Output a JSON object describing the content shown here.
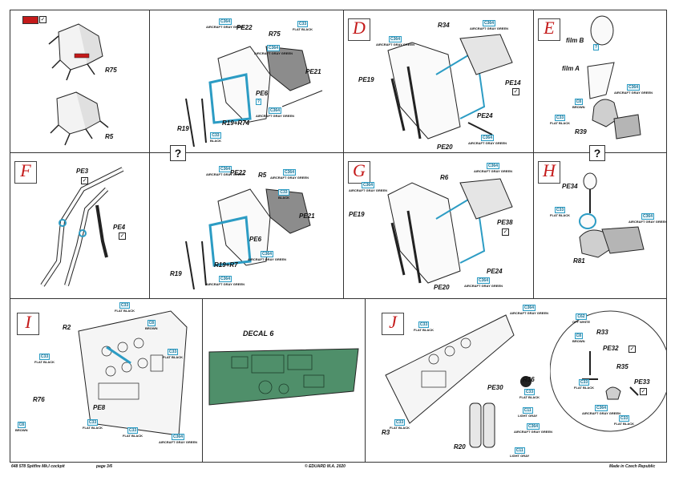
{
  "footer": {
    "left": "648 578  Spitfire Mk.I cockpit",
    "page": "page 3/6",
    "center": "© EDUARD  M.A. 2020",
    "right": "Made in Czech Republic"
  },
  "colors": {
    "accent_red": "#c41a1a",
    "paint_blue": "#2c9cc4",
    "decal_green": "#4f8f6a",
    "rule": "#333333"
  },
  "legend": {
    "icon": "remove-mark-icon"
  },
  "question_mark": "?",
  "panels": {
    "intro": {
      "labels": [
        "R75",
        "R5"
      ]
    },
    "step_e": {
      "step": "E",
      "labels": [
        "film B",
        "film A",
        "R39"
      ],
      "callouts": [
        {
          "code": "?",
          "name": ""
        },
        {
          "code": "C364",
          "name": "AIRCRAFT GRAY GREEN"
        },
        {
          "code": "C8",
          "name": "BROWN"
        },
        {
          "code": "C33",
          "name": "FLAT BLACK"
        }
      ]
    },
    "top2": {
      "labels": [
        "PE22",
        "R75",
        "PE21",
        "PE6",
        "R19+R74",
        "R19"
      ],
      "callouts": [
        {
          "code": "C364",
          "name": "AIRCRAFT GRAY GREEN"
        },
        {
          "code": "C364",
          "name": "AIRCRAFT GRAY GREEN"
        },
        {
          "code": "C33",
          "name": "FLAT BLACK"
        },
        {
          "code": "?",
          "name": ""
        },
        {
          "code": "C364",
          "name": "AIRCRAFT GRAY GREEN"
        },
        {
          "code": "C33",
          "name": "BLACK"
        }
      ]
    },
    "step_d": {
      "step": "D",
      "labels": [
        "R34",
        "PE19",
        "PE14",
        "PE24",
        "PE20"
      ],
      "callouts": [
        {
          "code": "C364",
          "name": "AIRCRAFT GRAY GREEN"
        },
        {
          "code": "C364",
          "name": "AIRCRAFT GRAY GREEN"
        },
        {
          "code": "C364",
          "name": "AIRCRAFT GRAY GREEN"
        }
      ]
    },
    "step_f": {
      "step": "F",
      "labels": [
        "PE3",
        "PE4"
      ]
    },
    "mid2": {
      "labels": [
        "PE22",
        "R5",
        "PE21",
        "PE6",
        "R19+R7",
        "R19"
      ],
      "callouts": [
        {
          "code": "C364",
          "name": "AIRCRAFT GRAY GREEN"
        },
        {
          "code": "C364",
          "name": "AIRCRAFT GRAY GREEN"
        },
        {
          "code": "C33",
          "name": "BLACK"
        },
        {
          "code": "C364",
          "name": "AIRCRAFT GRAY GREEN"
        },
        {
          "code": "C364",
          "name": "AIRCRAFT GRAY GREEN"
        }
      ]
    },
    "step_g": {
      "step": "G",
      "labels": [
        "R6",
        "PE19",
        "PE38",
        "PE24",
        "PE20"
      ],
      "callouts": [
        {
          "code": "C364",
          "name": "AIRCRAFT GRAY GREEN"
        },
        {
          "code": "C364",
          "name": "AIRCRAFT GRAY GREEN"
        },
        {
          "code": "C364",
          "name": "AIRCRAFT GRAY GREEN"
        }
      ]
    },
    "step_h": {
      "step": "H",
      "labels": [
        "PE34",
        "R81"
      ],
      "callouts": [
        {
          "code": "C33",
          "name": "FLAT BLACK"
        },
        {
          "code": "C364",
          "name": "AIRCRAFT GRAY GREEN"
        }
      ]
    },
    "step_i": {
      "step": "I",
      "labels": [
        "R2",
        "R76",
        "PE8"
      ],
      "callouts": [
        {
          "code": "C33",
          "name": "FLAT BLACK"
        },
        {
          "code": "C8",
          "name": "BROWN"
        },
        {
          "code": "C33",
          "name": "FLAT BLACK"
        },
        {
          "code": "C33",
          "name": "FLAT BLACK"
        },
        {
          "code": "C33",
          "name": "FLAT BLACK"
        },
        {
          "code": "C8",
          "name": "BROWN"
        },
        {
          "code": "C33",
          "name": "FLAT BLACK"
        },
        {
          "code": "C364",
          "name": "AIRCRAFT GRAY GREEN"
        }
      ]
    },
    "decal": {
      "title": "DECAL 6"
    },
    "step_j": {
      "step": "J",
      "labels": [
        "R3",
        "R36",
        "PE30",
        "R20"
      ],
      "callouts": [
        {
          "code": "C33",
          "name": "FLAT BLACK"
        },
        {
          "code": "C364",
          "name": "AIRCRAFT GRAY GREEN"
        },
        {
          "code": "C33",
          "name": "FLAT BLACK"
        },
        {
          "code": "C11",
          "name": "LIGHT GRAY"
        },
        {
          "code": "C364",
          "name": "AIRCRAFT GRAY GREEN"
        },
        {
          "code": "C33",
          "name": "FLAT BLACK"
        },
        {
          "code": "C11",
          "name": "LIGHT GRAY"
        }
      ]
    },
    "right_detail": {
      "labels": [
        "R33",
        "PE32",
        "R35",
        "PE33"
      ],
      "callouts": [
        {
          "code": "C62",
          "name": "OFF WHITE"
        },
        {
          "code": "C8",
          "name": "BROWN"
        },
        {
          "code": "C33",
          "name": "FLAT BLACK"
        },
        {
          "code": "C364",
          "name": "AIRCRAFT GRAY GREEN"
        },
        {
          "code": "C33",
          "name": "FLAT BLACK"
        }
      ]
    }
  }
}
